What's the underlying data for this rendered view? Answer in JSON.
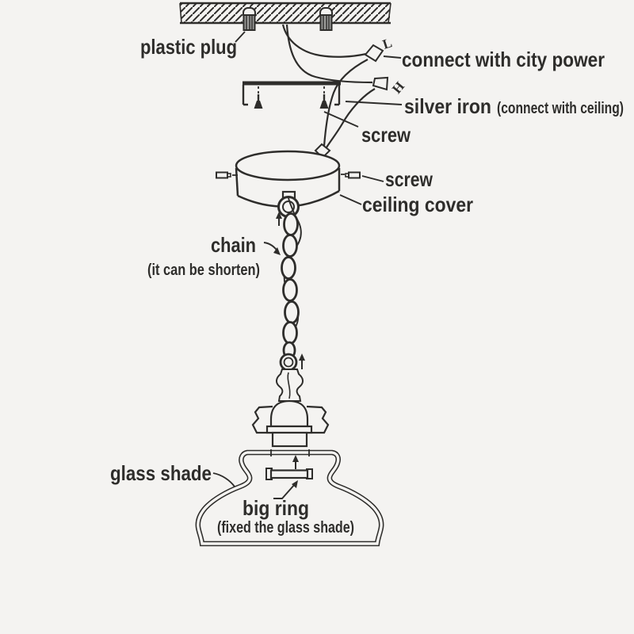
{
  "colors": {
    "ink": "#2e2d2b",
    "background": "#f4f3f1",
    "plug_fill": "#9a9a98"
  },
  "diagram": {
    "parts": {
      "plastic_plug": {
        "label": "plastic plug"
      },
      "city_power": {
        "label": "connect with city power"
      },
      "terminal_l": {
        "label": "L"
      },
      "terminal_h": {
        "label": "H"
      },
      "silver_iron": {
        "label": "silver iron",
        "note": "(connect with ceiling)"
      },
      "bracket_screw": {
        "label": "screw"
      },
      "cover_screw": {
        "label": "screw"
      },
      "ceiling_cover": {
        "label": "ceiling cover"
      },
      "chain": {
        "label": "chain",
        "note": "(it can be shorten)"
      },
      "glass_shade": {
        "label": "glass shade"
      },
      "big_ring": {
        "label": "big ring",
        "note": "(fixed the glass shade)"
      }
    }
  }
}
